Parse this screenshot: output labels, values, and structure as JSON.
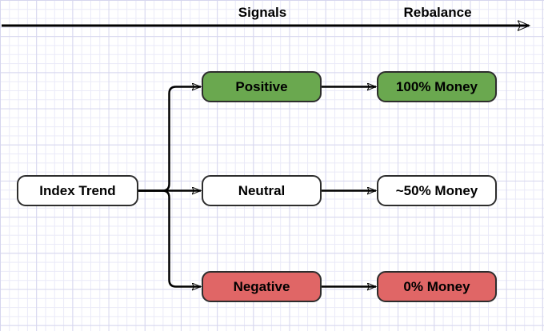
{
  "diagram": {
    "axis": {
      "column_labels": [
        {
          "label": "Signals"
        },
        {
          "label": "Rebalance"
        }
      ]
    },
    "root": {
      "label": "Index Trend",
      "fill": "#FFFFFF"
    },
    "signals": [
      {
        "label": "Positive",
        "fill": "#6AA84F"
      },
      {
        "label": "Neutral",
        "fill": "#FFFFFF"
      },
      {
        "label": "Negative",
        "fill": "#E06666"
      }
    ],
    "rebalance": [
      {
        "label": "100% Money",
        "fill": "#6AA84F"
      },
      {
        "label": "~50% Money",
        "fill": "#FFFFFF"
      },
      {
        "label": "0% Money",
        "fill": "#E06666"
      }
    ],
    "edges": [
      {
        "from": "Index Trend",
        "to": "Positive"
      },
      {
        "from": "Index Trend",
        "to": "Neutral"
      },
      {
        "from": "Index Trend",
        "to": "Negative"
      },
      {
        "from": "Positive",
        "to": "100% Money"
      },
      {
        "from": "Neutral",
        "to": "~50% Money"
      },
      {
        "from": "Negative",
        "to": "0% Money"
      }
    ],
    "colors": {
      "positive_fill": "#6AA84F",
      "neutral_fill": "#FFFFFF",
      "negative_fill": "#E06666",
      "node_border": "#2D2D2D",
      "line": "#000000",
      "grid_minor": "#EAEAF8",
      "grid_major": "#D6D6EE",
      "text": "#000000"
    }
  }
}
